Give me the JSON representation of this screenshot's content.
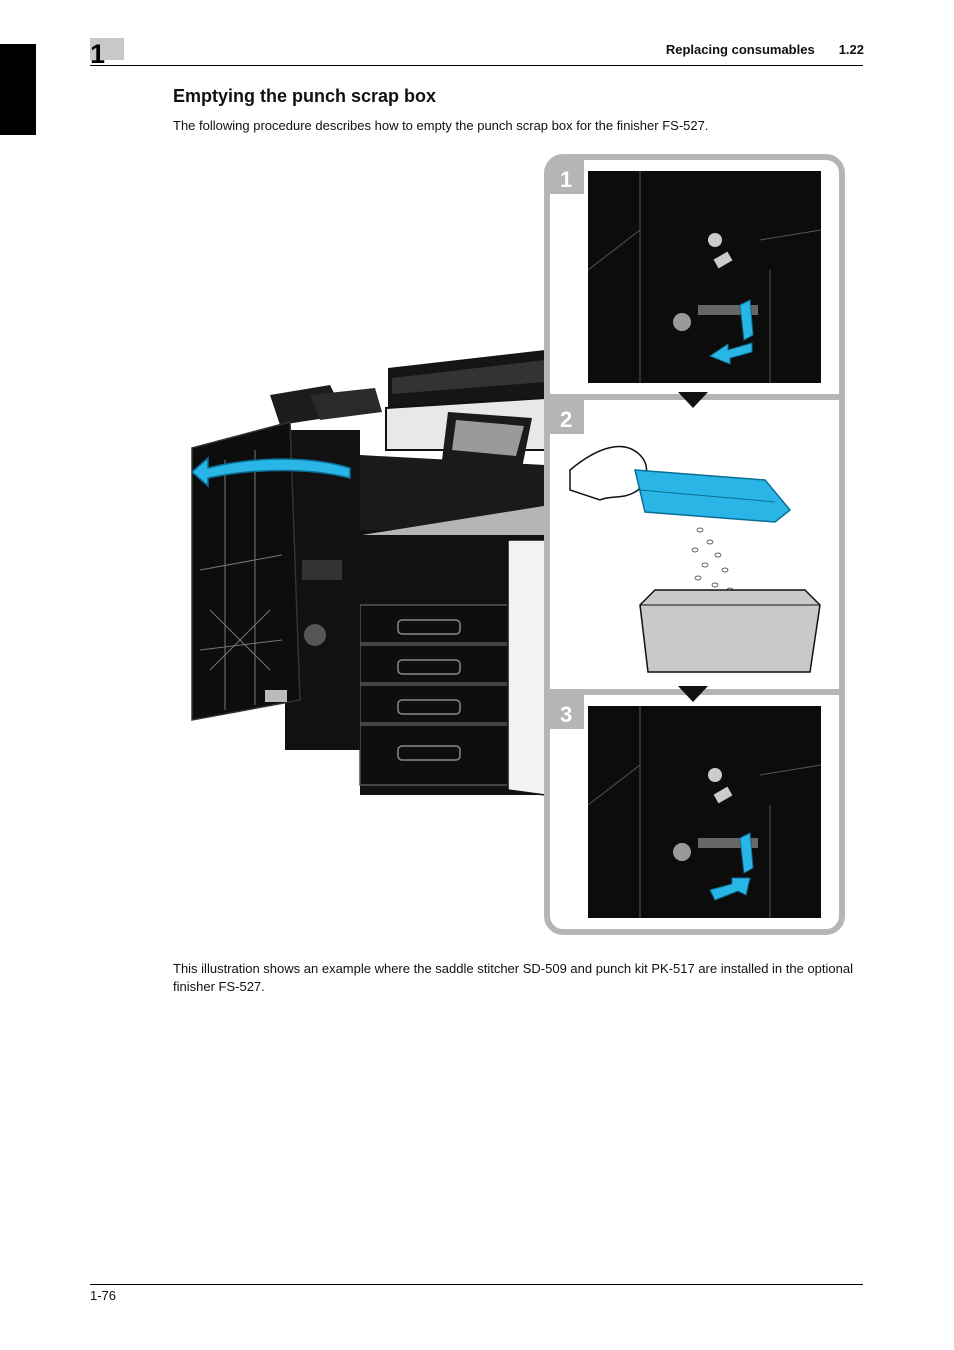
{
  "header": {
    "chapter_number": "1",
    "section_title": "Replacing consumables",
    "section_number": "1.22"
  },
  "content": {
    "title": "Emptying the punch scrap box",
    "intro": "The following procedure describes how to empty the punch scrap box for the finisher FS-527.",
    "caption": "This illustration shows an example where the saddle stitcher SD-509 and punch kit PK-517 are installed in the optional finisher FS-527."
  },
  "figure": {
    "steps": [
      "1",
      "2",
      "3"
    ],
    "accent_color": "#29b6e6",
    "panel_border_color": "#b5b5b5"
  },
  "footer": {
    "page_number": "1-76"
  }
}
